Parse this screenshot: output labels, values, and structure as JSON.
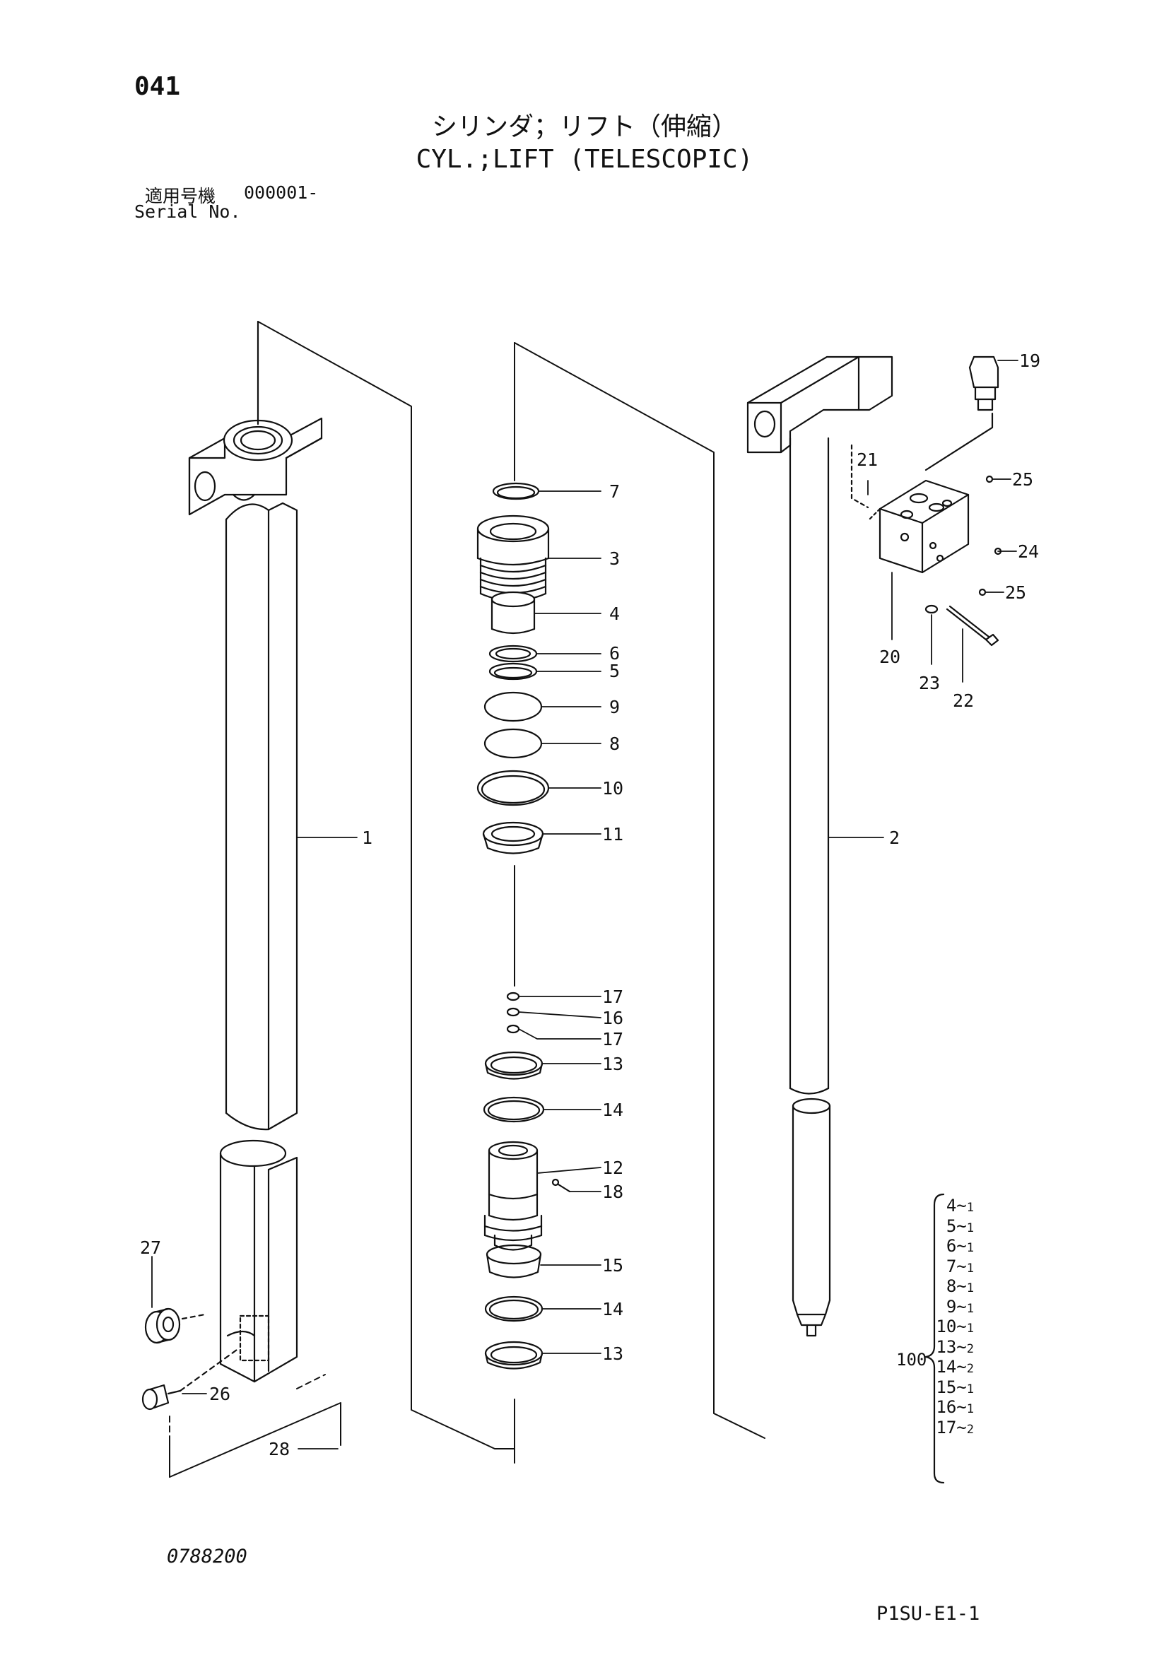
{
  "header": {
    "page_number": "041",
    "title_jp": "シリンダ；リフト（伸縮）",
    "title_en": "CYL.;LIFT (TELESCOPIC)",
    "serial_label_jp": "適用号機",
    "serial_value": "000001-",
    "serial_label_en": "Serial No."
  },
  "callouts": [
    {
      "id": "1",
      "label": "1"
    },
    {
      "id": "2",
      "label": "2"
    },
    {
      "id": "3",
      "label": "3"
    },
    {
      "id": "4",
      "label": "4"
    },
    {
      "id": "5",
      "label": "5"
    },
    {
      "id": "6",
      "label": "6"
    },
    {
      "id": "7",
      "label": "7"
    },
    {
      "id": "8",
      "label": "8"
    },
    {
      "id": "9",
      "label": "9"
    },
    {
      "id": "10",
      "label": "10"
    },
    {
      "id": "11",
      "label": "11"
    },
    {
      "id": "12",
      "label": "12"
    },
    {
      "id": "13a",
      "label": "13"
    },
    {
      "id": "13b",
      "label": "13"
    },
    {
      "id": "14a",
      "label": "14"
    },
    {
      "id": "14b",
      "label": "14"
    },
    {
      "id": "15",
      "label": "15"
    },
    {
      "id": "16",
      "label": "16"
    },
    {
      "id": "17a",
      "label": "17"
    },
    {
      "id": "17b",
      "label": "17"
    },
    {
      "id": "18",
      "label": "18"
    },
    {
      "id": "19",
      "label": "19"
    },
    {
      "id": "20",
      "label": "20"
    },
    {
      "id": "21",
      "label": "21"
    },
    {
      "id": "22",
      "label": "22"
    },
    {
      "id": "23",
      "label": "23"
    },
    {
      "id": "24",
      "label": "24"
    },
    {
      "id": "25a",
      "label": "25"
    },
    {
      "id": "25b",
      "label": "25"
    },
    {
      "id": "26",
      "label": "26"
    },
    {
      "id": "27",
      "label": "27"
    },
    {
      "id": "28",
      "label": "28"
    }
  ],
  "seal_kit": {
    "label": "100",
    "items": [
      {
        "part": "4",
        "qty": "1"
      },
      {
        "part": "5",
        "qty": "1"
      },
      {
        "part": "6",
        "qty": "1"
      },
      {
        "part": "7",
        "qty": "1"
      },
      {
        "part": "8",
        "qty": "1"
      },
      {
        "part": "9",
        "qty": "1"
      },
      {
        "part": "10",
        "qty": "1"
      },
      {
        "part": "13",
        "qty": "2"
      },
      {
        "part": "14",
        "qty": "2"
      },
      {
        "part": "15",
        "qty": "1"
      },
      {
        "part": "16",
        "qty": "1"
      },
      {
        "part": "17",
        "qty": "2"
      }
    ]
  },
  "footer": {
    "drawing_number": "0788200",
    "sheet_code": "P1SU-E1-1"
  }
}
